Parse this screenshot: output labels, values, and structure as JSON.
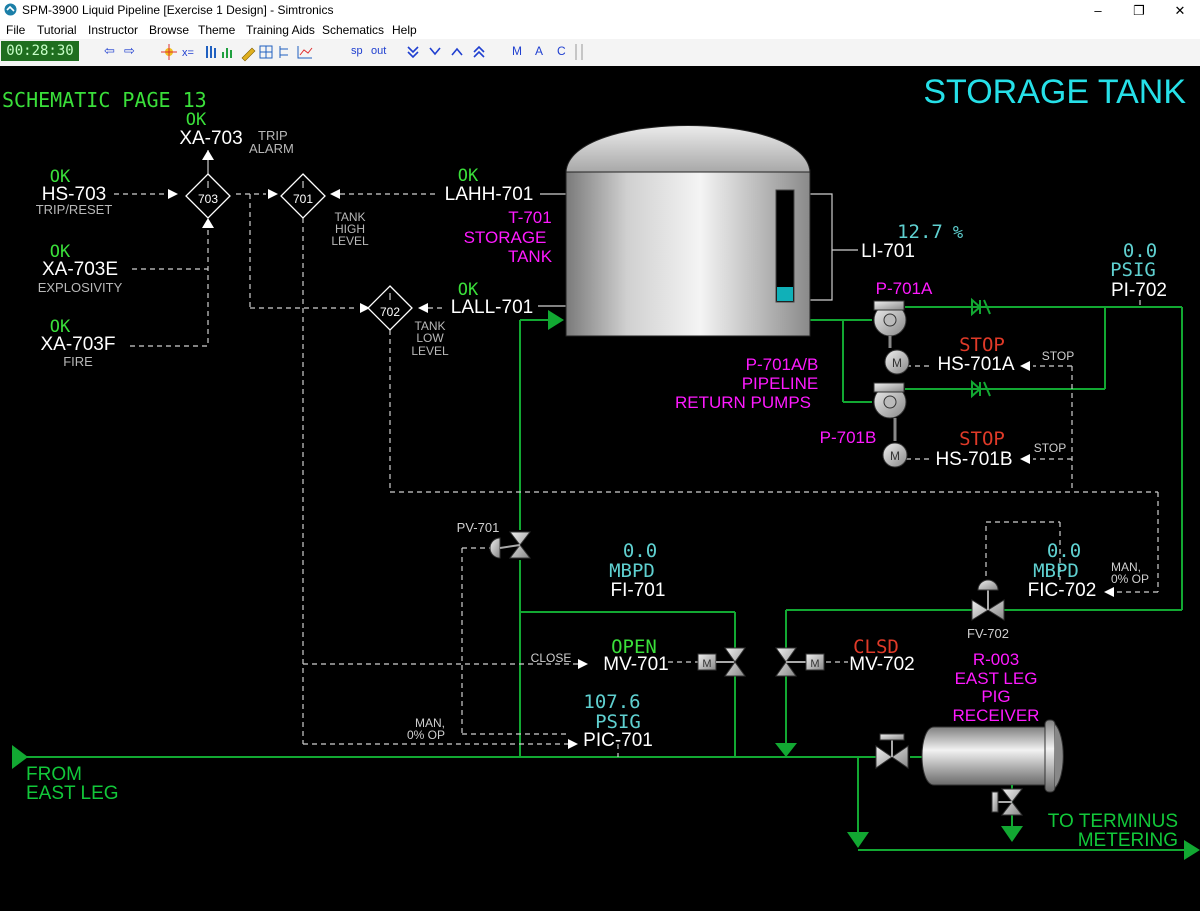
{
  "window": {
    "title": "SPM-3900 Liquid Pipeline [Exercise 1 Design] - Simtronics",
    "minimize": "–",
    "restore": "❐",
    "close": "✕"
  },
  "menu": [
    "File",
    "Tutorial",
    "Instructor",
    "Browse",
    "Theme",
    "Training Aids",
    "Schematics",
    "Help"
  ],
  "toolbar": {
    "clock": "00:28:30",
    "back": "⇦",
    "forward": "⇨",
    "sp": "sp",
    "out": "out",
    "m": "M",
    "a": "A",
    "c": "C"
  },
  "schematic": {
    "page_label": "SCHEMATIC PAGE 13",
    "page_title": "STORAGE TANK",
    "xa703": {
      "status": "OK",
      "tag": "XA-703",
      "desc1": "TRIP",
      "desc2": "ALARM"
    },
    "hs703": {
      "status": "OK",
      "tag": "HS-703",
      "desc": "TRIP/RESET"
    },
    "xa703e": {
      "status": "OK",
      "tag": "XA-703E",
      "desc": "EXPLOSIVITY"
    },
    "xa703f": {
      "status": "OK",
      "tag": "XA-703F",
      "desc": "FIRE"
    },
    "logic": {
      "l703": "703",
      "l701": "701",
      "l702": "702",
      "i": "I"
    },
    "tank_high": {
      "l1": "TANK",
      "l2": "HIGH",
      "l3": "LEVEL"
    },
    "tank_low": {
      "l1": "TANK",
      "l2": "LOW",
      "l3": "LEVEL"
    },
    "lahh701": {
      "status": "OK",
      "tag": "LAHH-701"
    },
    "lall701": {
      "status": "OK",
      "tag": "LALL-701"
    },
    "tank": {
      "tag": "T-701",
      "name1": "STORAGE",
      "name2": "TANK",
      "level_pct": 12.7
    },
    "li701": {
      "value": "12.7",
      "unit": "%",
      "tag": "LI-701"
    },
    "pi702": {
      "value": "0.0",
      "unit": "PSIG",
      "tag": "PI-702"
    },
    "p701a": {
      "tag": "P-701A"
    },
    "p701b": {
      "tag": "P-701B"
    },
    "pumps_label": {
      "l1": "P-701A/B",
      "l2": "PIPELINE",
      "l3": "RETURN PUMPS"
    },
    "hs701a": {
      "status": "STOP",
      "tag": "HS-701A",
      "cmd": "STOP"
    },
    "hs701b": {
      "status": "STOP",
      "tag": "HS-701B",
      "cmd": "STOP"
    },
    "motor": "M",
    "pv701": {
      "tag": "PV-701"
    },
    "fi701": {
      "value": "0.0",
      "unit": "MBPD",
      "tag": "FI-701"
    },
    "fic702": {
      "value": "0.0",
      "unit": "MBPD",
      "tag": "FIC-702",
      "mode1": "MAN,",
      "mode2": "0% OP"
    },
    "fv702": {
      "tag": "FV-702"
    },
    "mv701": {
      "status": "OPEN",
      "tag": "MV-701",
      "cmd": "CLOSE"
    },
    "mv702": {
      "status": "CLSD",
      "tag": "MV-702"
    },
    "pic701": {
      "value": "107.6",
      "unit": "PSIG",
      "tag": "PIC-701",
      "mode1": "MAN,",
      "mode2": "0% OP"
    },
    "r003": {
      "tag": "R-003",
      "l1": "EAST LEG",
      "l2": "PIG",
      "l3": "RECEIVER"
    },
    "from": {
      "l1": "FROM",
      "l2": "EAST LEG"
    },
    "to": {
      "l1": "TO TERMINUS",
      "l2": "METERING"
    }
  },
  "colors": {
    "ok_green": "#3adf3a",
    "value_cyan": "#5fd0d0",
    "title_cyan": "#26e0e8",
    "magenta": "#ff1aff",
    "stop_red": "#e03a28",
    "pipe_green": "#12a832",
    "signal_white": "#cfcfcf"
  }
}
